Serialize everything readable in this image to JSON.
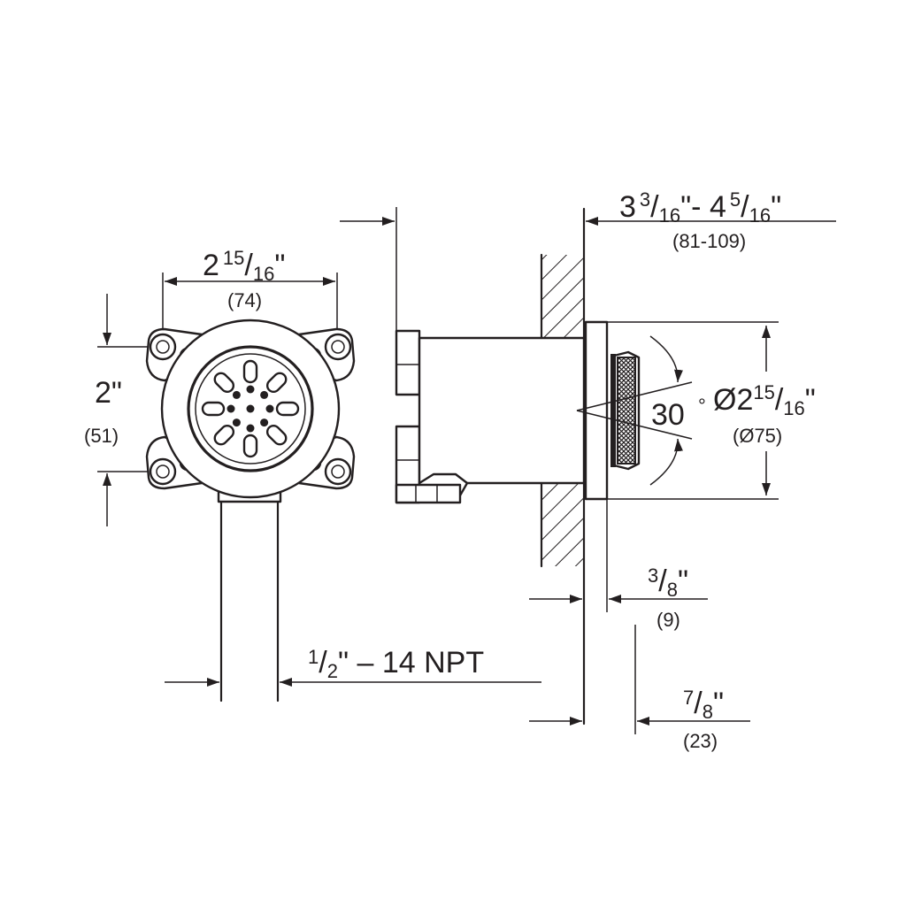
{
  "dimensions": {
    "width": {
      "whole": "2",
      "num": "15",
      "den": "16",
      "unit": "\"",
      "metric": "(74)"
    },
    "height": {
      "value": "2\"",
      "metric": "(51)"
    },
    "depth_range": {
      "a_whole": "3",
      "a_num": "3",
      "a_den": "16",
      "sep": "\"- ",
      "b_whole": "4",
      "b_num": "5",
      "b_den": "16",
      "unit": "\"",
      "metric": "(81-109)"
    },
    "angle": {
      "value": "30",
      "unit": "°"
    },
    "diameter": {
      "prefix": "Ø2",
      "num": "15",
      "den": "16",
      "unit": "\"",
      "metric": "(Ø75)"
    },
    "flange": {
      "num": "3",
      "den": "8",
      "unit": "\"",
      "metric": "(9)"
    },
    "head": {
      "num": "7",
      "den": "8",
      "unit": "\"",
      "metric": "(23)"
    },
    "thread": {
      "num": "1",
      "den": "2",
      "rest": "\" – 14 NPT"
    }
  },
  "colors": {
    "line": "#231f20",
    "background": "#ffffff"
  }
}
